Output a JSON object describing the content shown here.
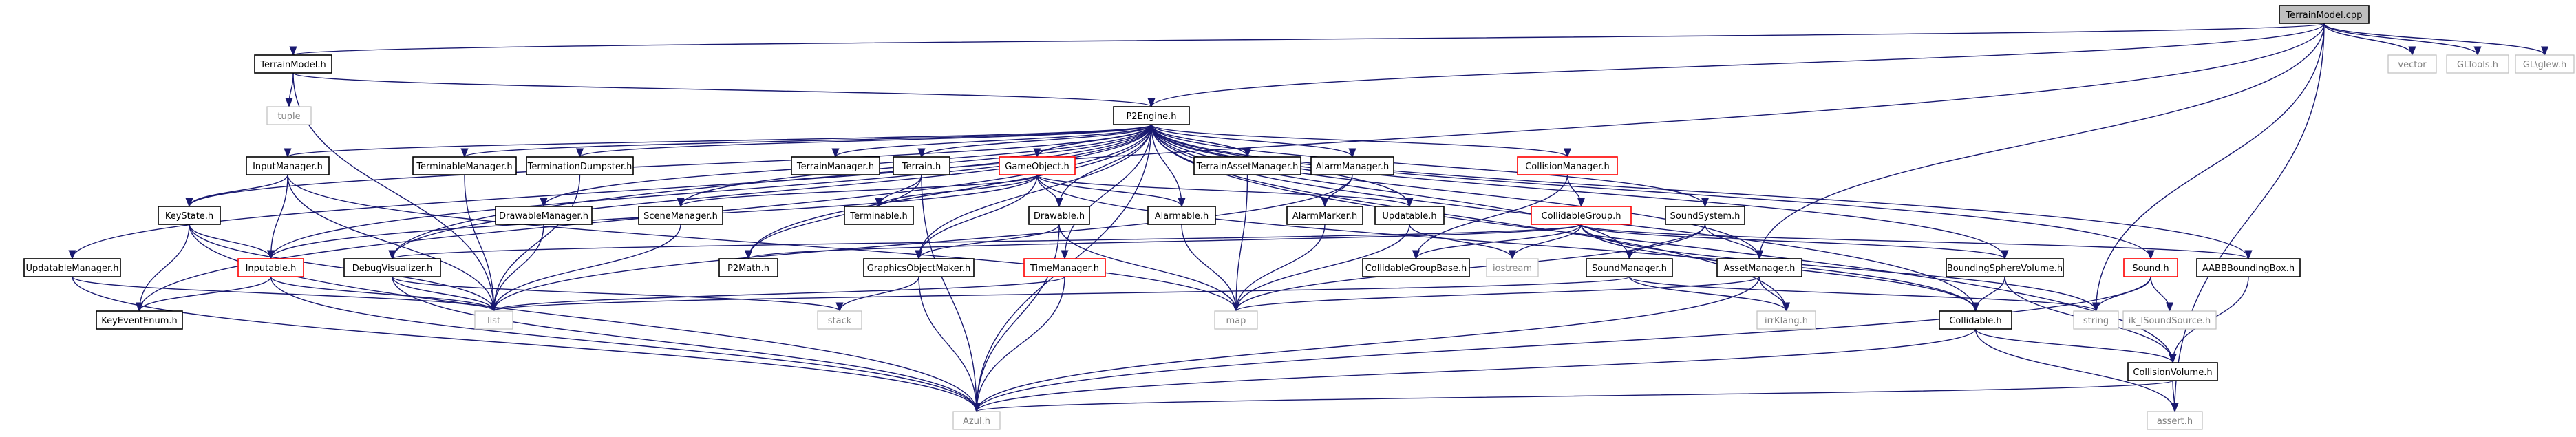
{
  "title": "TerrainModel.cpp",
  "colors": {
    "edge": "#191970",
    "root_fill": "#bfbfbf",
    "red_border": "#ff0000",
    "plain_text": "#808080"
  },
  "nodes": [
    {
      "id": "terrainmodel_cpp",
      "label": "TerrainModel.cpp",
      "style": "root"
    },
    {
      "id": "terrainmodel_h",
      "label": "TerrainModel.h",
      "style": "box"
    },
    {
      "id": "vector",
      "label": "vector",
      "style": "plain"
    },
    {
      "id": "gltools_h",
      "label": "GLTools.h",
      "style": "plain"
    },
    {
      "id": "glglew_h",
      "label": "GL\\glew.h",
      "style": "plain"
    },
    {
      "id": "tuple",
      "label": "tuple",
      "style": "plain"
    },
    {
      "id": "p2engine_h",
      "label": "P2Engine.h",
      "style": "box"
    },
    {
      "id": "inputmanager_h",
      "label": "InputManager.h",
      "style": "box"
    },
    {
      "id": "terminablemanager_h",
      "label": "TerminableManager.h",
      "style": "box"
    },
    {
      "id": "terminationdumpster_h",
      "label": "TerminationDumpster.h",
      "style": "box"
    },
    {
      "id": "terrainmanager_h",
      "label": "TerrainManager.h",
      "style": "box"
    },
    {
      "id": "terrain_h",
      "label": "Terrain.h",
      "style": "box"
    },
    {
      "id": "gameobject_h",
      "label": "GameObject.h",
      "style": "red"
    },
    {
      "id": "terrainassetmanager_h",
      "label": "TerrainAssetManager.h",
      "style": "box"
    },
    {
      "id": "alarmmanager_h",
      "label": "AlarmManager.h",
      "style": "box"
    },
    {
      "id": "collisionmanager_h",
      "label": "CollisionManager.h",
      "style": "red"
    },
    {
      "id": "keystate_h",
      "label": "KeyState.h",
      "style": "box"
    },
    {
      "id": "drawablemanager_h",
      "label": "DrawableManager.h",
      "style": "box"
    },
    {
      "id": "scenemanager_h",
      "label": "SceneManager.h",
      "style": "box"
    },
    {
      "id": "terminable_h",
      "label": "Terminable.h",
      "style": "box"
    },
    {
      "id": "drawable_h",
      "label": "Drawable.h",
      "style": "box"
    },
    {
      "id": "alarmable_h",
      "label": "Alarmable.h",
      "style": "box"
    },
    {
      "id": "alarmmarker_h",
      "label": "AlarmMarker.h",
      "style": "box"
    },
    {
      "id": "updatable_h",
      "label": "Updatable.h",
      "style": "box"
    },
    {
      "id": "collidablegroup_h",
      "label": "CollidableGroup.h",
      "style": "red"
    },
    {
      "id": "soundsystem_h",
      "label": "SoundSystem.h",
      "style": "box"
    },
    {
      "id": "updatablemanager_h",
      "label": "UpdatableManager.h",
      "style": "box"
    },
    {
      "id": "inputable_h",
      "label": "Inputable.h",
      "style": "red"
    },
    {
      "id": "debugvisualizer_h",
      "label": "DebugVisualizer.h",
      "style": "box"
    },
    {
      "id": "p2math_h",
      "label": "P2Math.h",
      "style": "box"
    },
    {
      "id": "graphicsobjectmaker_h",
      "label": "GraphicsObjectMaker.h",
      "style": "box"
    },
    {
      "id": "timemanager_h",
      "label": "TimeManager.h",
      "style": "red"
    },
    {
      "id": "collidablegroupbase_h",
      "label": "CollidableGroupBase.h",
      "style": "box"
    },
    {
      "id": "iostream",
      "label": "iostream",
      "style": "plain"
    },
    {
      "id": "soundmanager_h",
      "label": "SoundManager.h",
      "style": "box"
    },
    {
      "id": "assetmanager_h",
      "label": "AssetManager.h",
      "style": "box"
    },
    {
      "id": "boundingspherevolume_h",
      "label": "BoundingSphereVolume.h",
      "style": "box"
    },
    {
      "id": "sound_h",
      "label": "Sound.h",
      "style": "red"
    },
    {
      "id": "aabbboundingbox_h",
      "label": "AABBBoundingBox.h",
      "style": "box"
    },
    {
      "id": "keyeventenum_h",
      "label": "KeyEventEnum.h",
      "style": "box"
    },
    {
      "id": "list",
      "label": "list",
      "style": "plain"
    },
    {
      "id": "stack",
      "label": "stack",
      "style": "plain"
    },
    {
      "id": "map",
      "label": "map",
      "style": "plain"
    },
    {
      "id": "irrklang_h",
      "label": "irrKlang.h",
      "style": "plain"
    },
    {
      "id": "collidable_h",
      "label": "Collidable.h",
      "style": "box"
    },
    {
      "id": "string",
      "label": "string",
      "style": "plain"
    },
    {
      "id": "ik_isoundsource_h",
      "label": "ik_ISoundSource.h",
      "style": "plain"
    },
    {
      "id": "collisionvolume_h",
      "label": "CollisionVolume.h",
      "style": "box"
    },
    {
      "id": "azul_h",
      "label": "Azul.h",
      "style": "plain"
    },
    {
      "id": "assert_h",
      "label": "assert.h",
      "style": "plain"
    }
  ]
}
